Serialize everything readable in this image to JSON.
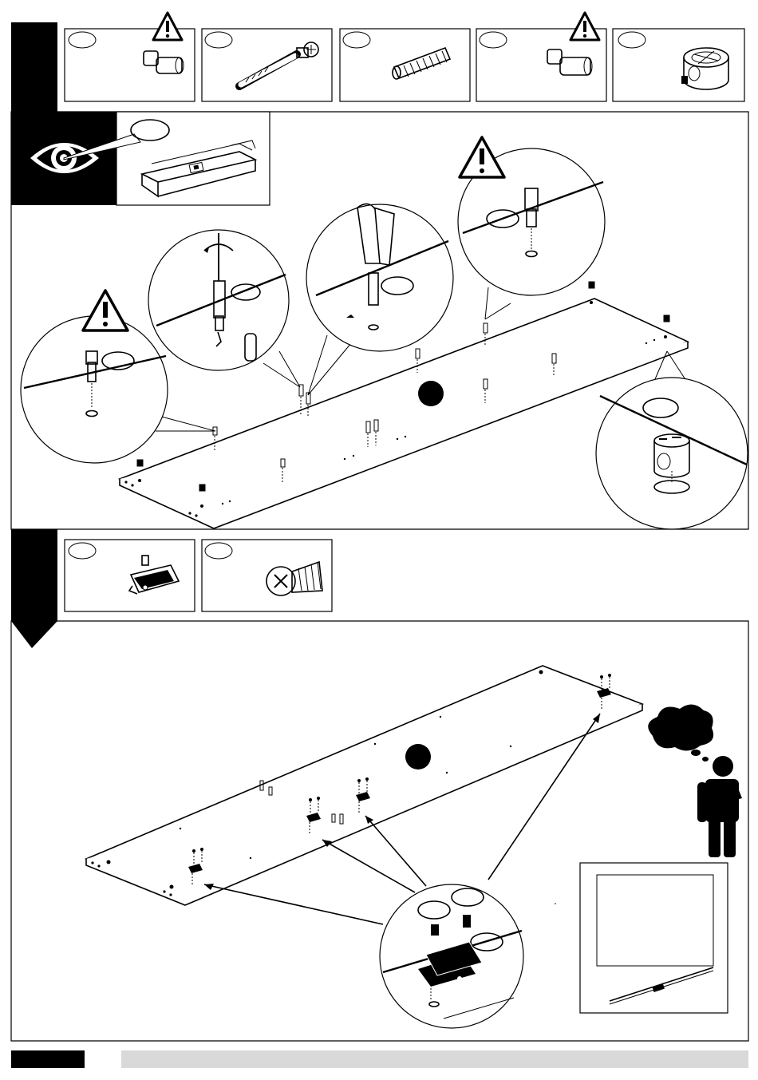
{
  "step1": {
    "parts": [
      {
        "name": "cam-dowel",
        "warning": true
      },
      {
        "name": "connector-bolt",
        "warning": false
      },
      {
        "name": "wooden-dowel",
        "warning": false
      },
      {
        "name": "cam-dowel",
        "warning": true
      },
      {
        "name": "cam-lock",
        "warning": false
      }
    ]
  },
  "step2": {
    "parts": [
      {
        "name": "hinge-plate",
        "warning": false
      },
      {
        "name": "euro-screw",
        "warning": false
      }
    ]
  },
  "icons": [
    "eye-icon",
    "warning-icon",
    "thinking-person-icon"
  ],
  "colors": {
    "ink": "#000000",
    "footer_bar": "#d9d9d9",
    "panel": "#ffffff"
  }
}
